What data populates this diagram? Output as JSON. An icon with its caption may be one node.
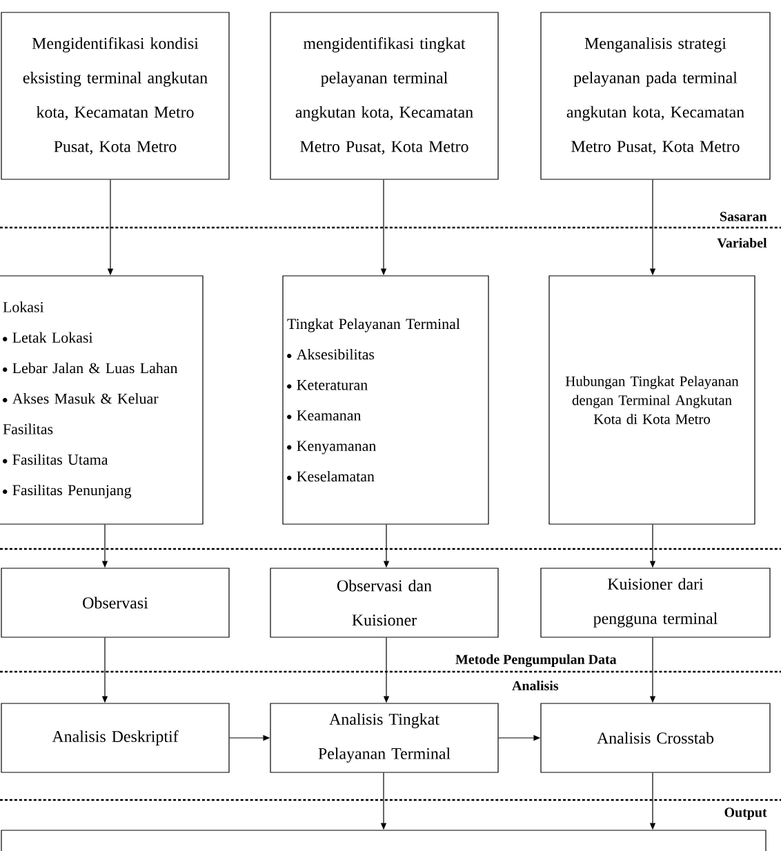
{
  "diagram": {
    "nodes": [
      {
        "text": [
          "Mengidentifikasi kondisi eksisting terminal angkutan kota, Kecamatan Metro Pusat, Kota Metro"
        ]
      },
      {
        "text": [
          "mengidentifikasi tingkat pelayanan terminal angkutan kota, Kecamatan Metro Pusat, Kota Metro"
        ]
      },
      {
        "text": [
          "Menganalisis strategi pelayanan pada terminal angkutan kota, Kecamatan Metro Pusat, Kota Metro"
        ]
      },
      {
        "text": [
          "Lokasi",
          "Letak Lokasi",
          "Lebar Jalan & Luas Lahan",
          "Akses Masuk & Keluar",
          "Fasilitas",
          "Fasilitas Utama",
          "Fasilitas Penunjang"
        ]
      },
      {
        "text": [
          "Tingkat Pelayanan Terminal",
          "Aksesibilitas",
          "Keteraturan",
          "Keamanan",
          "Kenyamanan",
          "Keselamatan"
        ]
      },
      {
        "text": [
          "Hubungan Tingkat Pelayanan dengan Terminal Angkutan Kota di Kota Metro"
        ]
      },
      {
        "text": [
          "Observasi"
        ]
      },
      {
        "text": [
          "Observasi dan Kuisioner"
        ]
      },
      {
        "text": [
          "Kuisioner dari pengguna terminal"
        ]
      },
      {
        "text": [
          "Analisis Deskriptif"
        ]
      },
      {
        "text": [
          "Analisis Tingkat Pelayanan Terminal"
        ]
      },
      {
        "text": [
          "Analisis Crosstab"
        ]
      },
      {
        "text": [],
        "shape": "box"
      }
    ],
    "edges": [
      {
        "from": 0,
        "to": 3,
        "arrow": "to"
      },
      {
        "from": 1,
        "to": 4,
        "arrow": "to"
      },
      {
        "from": 2,
        "to": 5,
        "arrow": "to"
      },
      {
        "from": 3,
        "to": 6,
        "arrow": "to"
      },
      {
        "from": 4,
        "to": 7,
        "arrow": "to"
      },
      {
        "from": 5,
        "to": 8,
        "arrow": "to"
      },
      {
        "from": 6,
        "to": 9,
        "arrow": "to"
      },
      {
        "from": 7,
        "to": 10,
        "arrow": "to"
      },
      {
        "from": 8,
        "to": 11,
        "arrow": "to"
      },
      {
        "from": 9,
        "to": 10,
        "arrow": "to"
      },
      {
        "from": 10,
        "to": 11,
        "arrow": "to"
      },
      {
        "from": 10,
        "to": 12,
        "arrow": "to"
      },
      {
        "from": 11,
        "to": 12,
        "arrow": "to"
      }
    ],
    "labels": [
      "Sasaran",
      "Variabel",
      "Metode Pengumpulan Data",
      "Analisis",
      "Output"
    ]
  }
}
